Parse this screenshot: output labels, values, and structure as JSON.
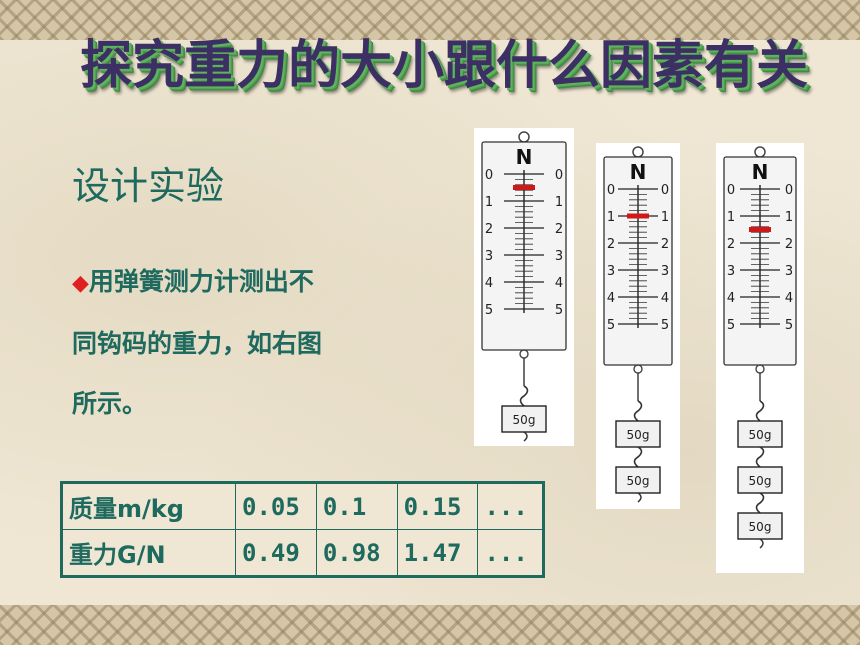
{
  "slide": {
    "title": "探究重力的大小跟什么因素有关",
    "subtitle": "设计实验",
    "bullet_line1": "用弹簧测力计测出不",
    "bullet_line2": "同钩码的重力，如右图",
    "bullet_line3": "所示。"
  },
  "table": {
    "rows": [
      {
        "label": "质量m/kg",
        "cells": [
          "0.05",
          "0.1",
          "0.15",
          "..."
        ]
      },
      {
        "label": "重力G/N",
        "cells": [
          "0.49",
          "0.98",
          "1.47",
          "..."
        ]
      }
    ]
  },
  "scales": [
    {
      "unit": "N",
      "ticks": [
        "0",
        "1",
        "2",
        "3",
        "4",
        "5"
      ],
      "pointer_reading": 0.5,
      "weights": [
        "50g"
      ]
    },
    {
      "unit": "N",
      "ticks": [
        "0",
        "1",
        "2",
        "3",
        "4",
        "5"
      ],
      "pointer_reading": 1.0,
      "weights": [
        "50g",
        "50g"
      ]
    },
    {
      "unit": "N",
      "ticks": [
        "0",
        "1",
        "2",
        "3",
        "4",
        "5"
      ],
      "pointer_reading": 1.5,
      "weights": [
        "50g",
        "50g",
        "50g"
      ]
    }
  ],
  "colors": {
    "title": "#3b2f63",
    "title_shadow": "#4d9b4d",
    "text": "#1f6a5e",
    "bullet": "#e02020",
    "pointer": "#d01818"
  }
}
